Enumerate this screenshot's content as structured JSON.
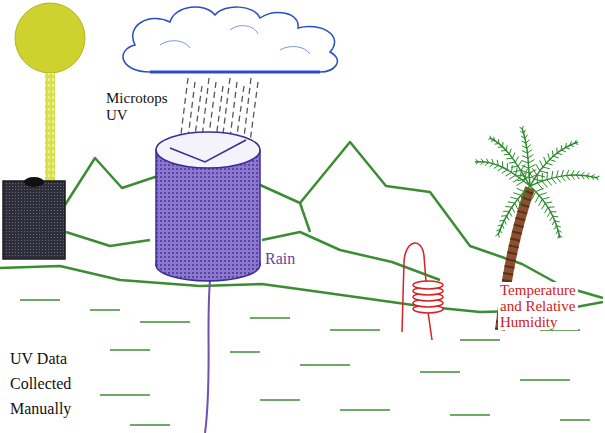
{
  "diagram": {
    "labels": [
      "Microtops UV",
      "Rain",
      "Temperature and Relative Humidity",
      "UV Data Collected Manually"
    ]
  }
}
